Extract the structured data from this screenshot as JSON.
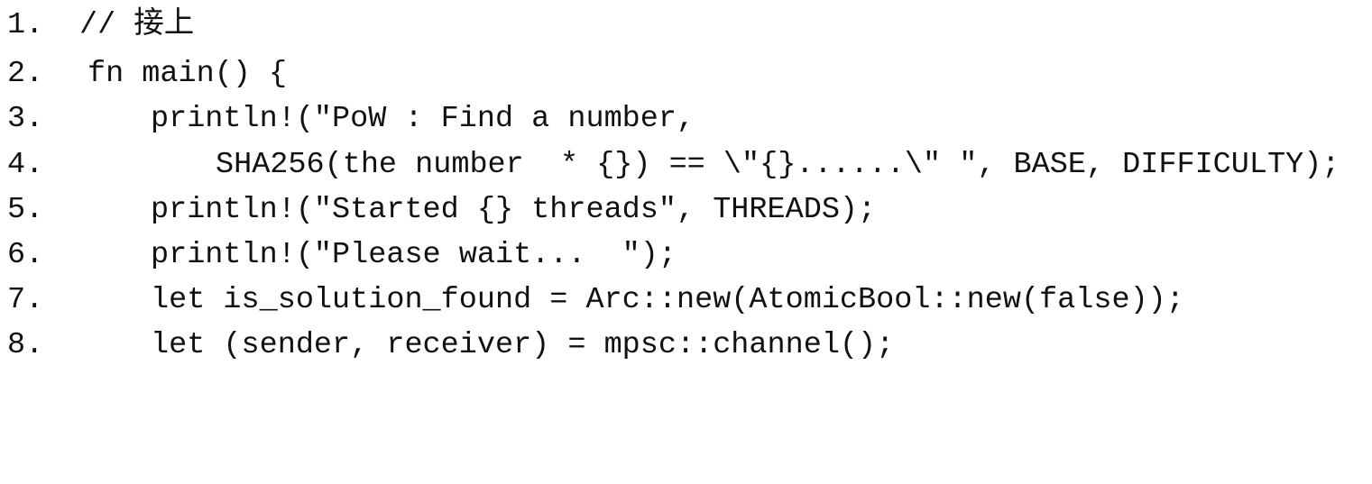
{
  "lines": [
    {
      "number": "1.",
      "code": "// 接上"
    },
    {
      "number": "2.",
      "code": "fn main() {"
    },
    {
      "number": "3.",
      "code": "println!(\"PoW : Find a number,"
    },
    {
      "number": "4.",
      "code": "SHA256(the number  * {}) == \\\"{}......\\\" \", BASE, DIFFICULTY);"
    },
    {
      "number": "5.",
      "code": "println!(\"Started {} threads\", THREADS);"
    },
    {
      "number": "6.",
      "code": "println!(\"Please wait...  \");"
    },
    {
      "number": "7.",
      "code": "let is_solution_found = Arc::new(AtomicBool::new(false));"
    },
    {
      "number": "8.",
      "code": "let (sender, receiver) = mpsc::channel();"
    }
  ]
}
